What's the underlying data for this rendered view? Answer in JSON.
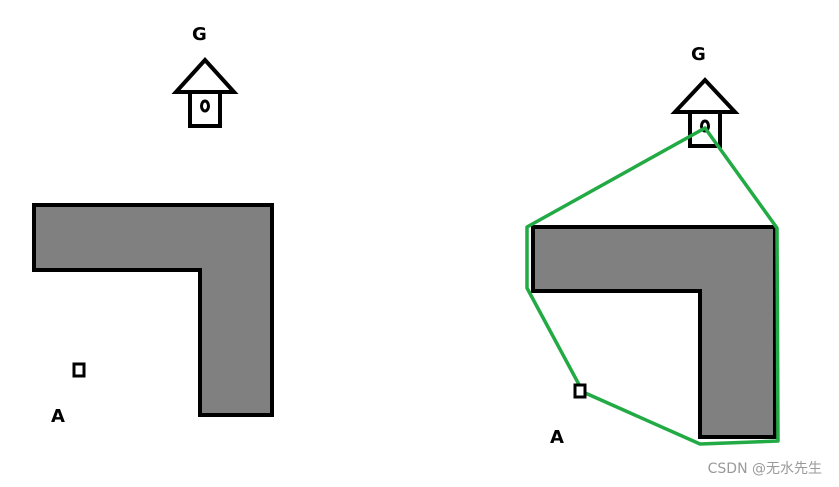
{
  "left_panel": {
    "goal_label": "G",
    "start_label": "A"
  },
  "right_panel": {
    "goal_label": "G",
    "start_label": "A"
  },
  "watermark": "CSDN @无水先生",
  "colors": {
    "background": "#ffffff",
    "obstacle_fill": "#808080",
    "outline": "#000000",
    "path": "#22aa44",
    "watermark": "#9a9a9a"
  },
  "icons": {
    "goal": "house-icon",
    "start": "small-square-marker"
  }
}
